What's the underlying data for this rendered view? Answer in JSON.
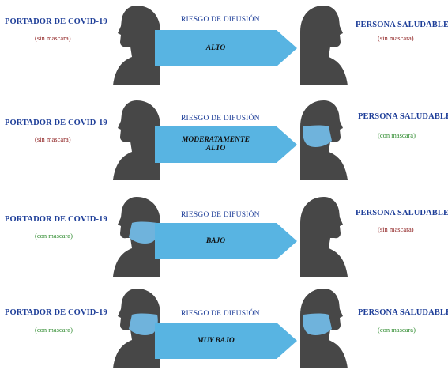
{
  "colors": {
    "title": "#1f3f99",
    "arrow": "#58b4e2",
    "silhouette": "#474747",
    "mask": "#6fb3dc",
    "no_mask_text": "#8b1a1a",
    "mask_text": "#2e8b2e"
  },
  "rows": [
    {
      "carrier_title": "PORTADOR DE COVID-19",
      "carrier_status": "(sin mascara)",
      "carrier_masked": false,
      "risk_title": "RIESGO DE DIFUSIÓN",
      "risk_level": "ALTO",
      "healthy_title": "PERSONA SALUDABLE",
      "healthy_status": "(sin mascara)",
      "healthy_masked": false
    },
    {
      "carrier_title": "PORTADOR DE COVID-19",
      "carrier_status": "(sin mascara)",
      "carrier_masked": false,
      "risk_title": "RIESGO DE DIFUSIÓN",
      "risk_level": "MODERATAMENTE\nALTO",
      "healthy_title": "PERSONA SALUDABLE",
      "healthy_status": "(con mascara)",
      "healthy_masked": true
    },
    {
      "carrier_title": "PORTADOR DE COVID-19",
      "carrier_status": "(con mascara)",
      "carrier_masked": true,
      "risk_title": "RIESGO DE DIFUSIÓN",
      "risk_level": "BAJO",
      "healthy_title": "PERSONA SALUDABLE",
      "healthy_status": "(sin mascara)",
      "healthy_masked": false
    },
    {
      "carrier_title": "PORTADOR DE COVID-19",
      "carrier_status": "(con mascara)",
      "carrier_masked": true,
      "risk_title": "RIESGO DE DIFUSIÓN",
      "risk_level": "MUY BAJO",
      "healthy_title": "PERSONA SALUDABLE",
      "healthy_status": "(con mascara)",
      "healthy_masked": true
    }
  ]
}
